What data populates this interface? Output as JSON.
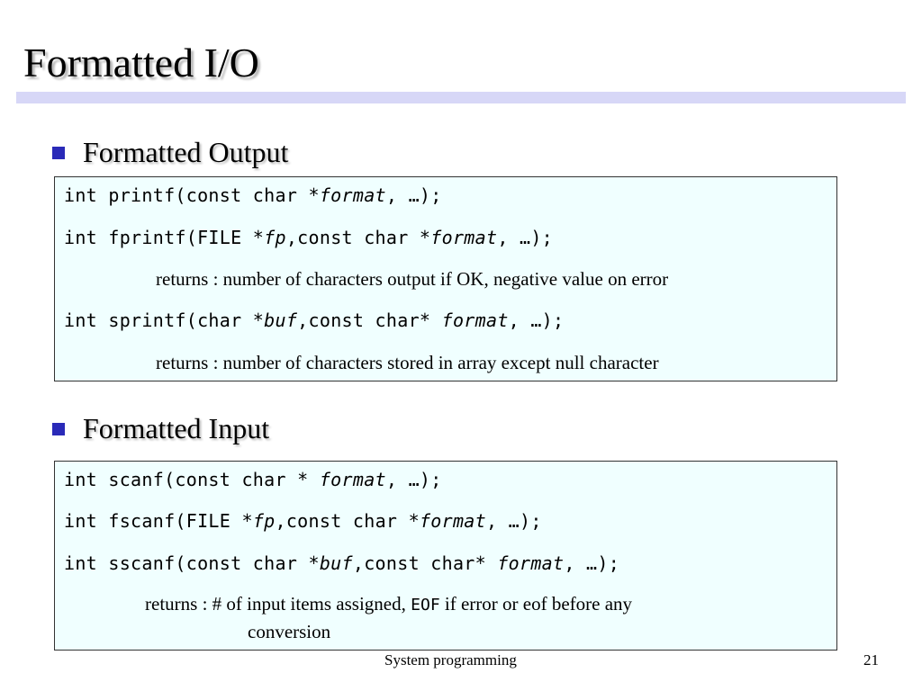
{
  "slide": {
    "title": "Formatted I/O",
    "footer": "System programming",
    "page_number": "21"
  },
  "output_section": {
    "heading": "Formatted Output",
    "lines": [
      {
        "pre": "int printf(const char *",
        "param": "format",
        "post": ", …);"
      },
      {
        "pre": "int fprintf(FILE *",
        "param": "fp",
        "mid": ",const char *",
        "param2": "format",
        "post": ", …);"
      },
      {
        "note": "returns : number of characters output if OK, negative value on error"
      },
      {
        "pre": "int sprintf(char *",
        "param": "buf",
        "mid": ",const char* ",
        "param2": "format",
        "post": ", …);"
      },
      {
        "note": "returns : number of characters stored in array except null character"
      }
    ]
  },
  "input_section": {
    "heading": "Formatted Input",
    "lines": [
      {
        "pre": "int scanf(const char * ",
        "param": "format",
        "post": ", …);"
      },
      {
        "pre": "int fscanf(FILE *",
        "param": "fp",
        "mid": ",const char *",
        "param2": "format",
        "post": ", …);"
      },
      {
        "pre": "int sscanf(const char *",
        "param": "buf",
        "mid": ",const char* ",
        "param2": "format",
        "post": ", …);"
      },
      {
        "note_pre": "returns  : # of input items assigned, ",
        "note_code": "EOF",
        "note_post": " if error or eof before any",
        "note_cont": "conversion"
      }
    ]
  },
  "colors": {
    "bullet": "#2a2ab8",
    "title_bar": "#d7d7f7",
    "code_box_bg": "#f0ffff"
  }
}
